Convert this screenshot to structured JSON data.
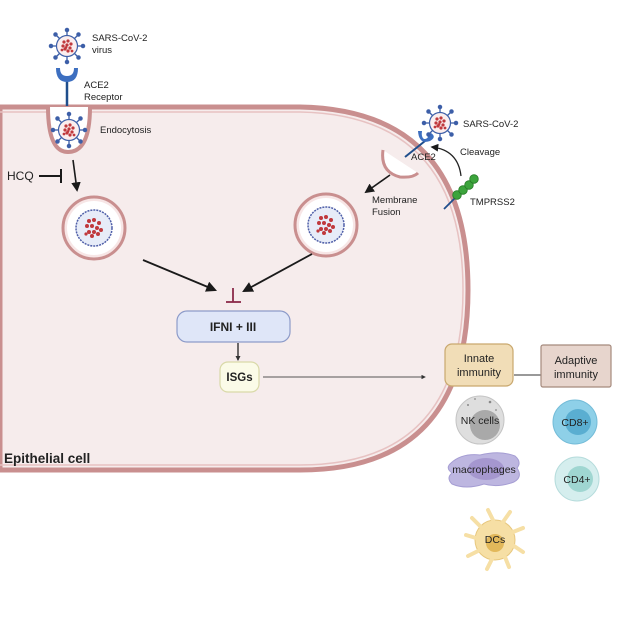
{
  "figure": {
    "cell_label": "Epithelial cell",
    "top_virus": {
      "name": "SARS-CoV-2",
      "sub": "virus"
    },
    "top_receptor": {
      "name": "ACE2",
      "sub": "Receptor"
    },
    "endocytosis_label": "Endocytosis",
    "drug_label": "HCQ",
    "right_virus_label": "SARS-CoV-2",
    "right_receptor_label": "ACE2",
    "cleavage_label": "Cleavage",
    "protease_label": "TMPRSS2",
    "fusion_label": {
      "line1": "Membrane",
      "line2": "Fusion"
    },
    "ifn_label": "IFNI +  III",
    "isg_label": "ISGs",
    "innate": {
      "line1": "Innate",
      "line2": "immunity"
    },
    "adaptive": {
      "line1": "Adaptive",
      "line2": "immunity"
    },
    "innate_cells": [
      "NK cells",
      "macrophages",
      "DCs"
    ],
    "adaptive_cells": [
      "CD8+",
      "CD4+"
    ]
  },
  "colors": {
    "cytoplasm": "#f6ecec",
    "membrane": "#c98f8f",
    "membrane_light": "#e7c2c2",
    "receptor": "#1f4e8c",
    "virus_core": "#c0393d",
    "virus_spike": "#3d5fa8",
    "ifn_box": "#dfe6f8",
    "ifn_border": "#8d9bc9",
    "isg_box": "#fbfbe8",
    "isg_border": "#d9d9a8",
    "innate_box": "#f1ddb7",
    "innate_border": "#c9a86e",
    "adaptive_box": "#e7d5cd",
    "adaptive_border": "#a58a7d",
    "tmprss2": "#3ca43c",
    "inhibit": "#8b2a4a"
  }
}
